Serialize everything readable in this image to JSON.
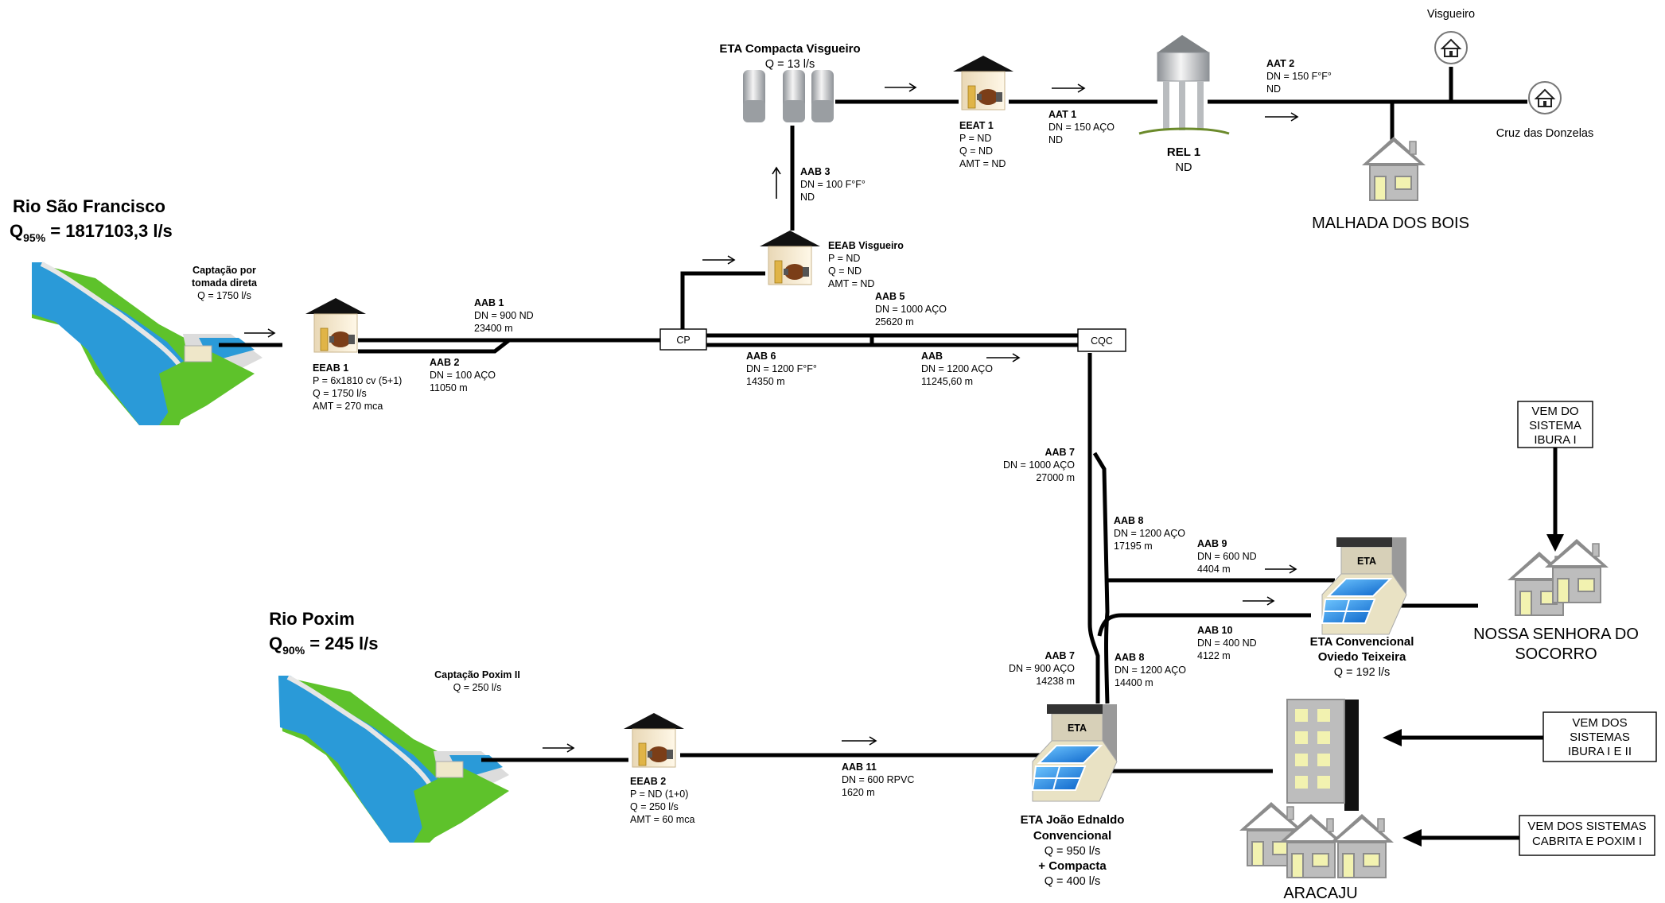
{
  "rivers": {
    "sao_francisco": {
      "name": "Rio São Francisco",
      "flow_label": "Q",
      "flow_sub": "95%",
      "flow_value": " = 1817103,3 l/s"
    },
    "poxim": {
      "name": "Rio Poxim",
      "flow_label": "Q",
      "flow_sub": "90%",
      "flow_value": " = 245 l/s"
    }
  },
  "intakes": {
    "direta": {
      "line1": "Captação por",
      "line2": "tomada direta",
      "flow": "Q = 1750 l/s"
    },
    "poxim": {
      "name": "Captação Poxim II",
      "flow": "Q = 250 l/s"
    }
  },
  "stations": {
    "eeab1": {
      "name": "EEAB 1",
      "l1": "P = 6x1810 cv (5+1)",
      "l2": "Q = 1750 l/s",
      "l3": "AMT = 270 mca"
    },
    "eeab2": {
      "name": "EEAB 2",
      "l1": "P = ND (1+0)",
      "l2": "Q = 250 l/s",
      "l3": "AMT = 60 mca"
    },
    "eeab_visgueiro": {
      "name": "EEAB Visgueiro",
      "l1": "P = ND",
      "l2": "Q = ND",
      "l3": "AMT = ND"
    },
    "eeat1": {
      "name": "EEAT 1",
      "l1": "P = ND",
      "l2": "Q = ND",
      "l3": "AMT = ND"
    }
  },
  "pipes": {
    "aab1": {
      "name": "AAB 1",
      "l1": "DN = 900 ND",
      "l2": "23400 m"
    },
    "aab2": {
      "name": "AAB 2",
      "l1": "DN = 100 AÇO",
      "l2": "11050 m"
    },
    "aab3": {
      "name": "AAB 3",
      "l1": "DN = 100 F°F°",
      "l2": "ND"
    },
    "aab5": {
      "name": "AAB 5",
      "l1": "DN = 1000 AÇO",
      "l2": "25620 m"
    },
    "aab6": {
      "name": "AAB 6",
      "l1": "DN = 1200 F°F°",
      "l2": "14350 m"
    },
    "aab": {
      "name": "AAB",
      "l1": "DN = 1200 AÇO",
      "l2": "11245,60 m"
    },
    "aab7a": {
      "name": "AAB 7",
      "l1": "DN = 1000 AÇO",
      "l2": "27000 m"
    },
    "aab7b": {
      "name": "AAB 7",
      "l1": "DN = 900 AÇO",
      "l2": "14238 m"
    },
    "aab8a": {
      "name": "AAB 8",
      "l1": "DN = 1200 AÇO",
      "l2": "17195 m"
    },
    "aab8b": {
      "name": "AAB 8",
      "l1": "DN = 1200 AÇO",
      "l2": "14400 m"
    },
    "aab9": {
      "name": "AAB 9",
      "l1": "DN = 600 ND",
      "l2": "4404 m"
    },
    "aab10": {
      "name": "AAB 10",
      "l1": "DN = 400 ND",
      "l2": "4122 m"
    },
    "aab11": {
      "name": "AAB 11",
      "l1": "DN = 600 RPVC",
      "l2": "1620 m"
    },
    "aat1": {
      "name": "AAT 1",
      "l1": "DN = 150 AÇO",
      "l2": "ND"
    },
    "aat2": {
      "name": "AAT 2",
      "l1": "DN = 150 F°F°",
      "l2": "ND"
    }
  },
  "nodes": {
    "cp": "CP",
    "cqc": "CQC"
  },
  "treatment": {
    "compacta_visgueiro": {
      "name": "ETA Compacta Visgueiro",
      "flow": "Q = 13 l/s"
    },
    "oviedo": {
      "badge": "ETA",
      "line1": "ETA Convencional",
      "line2": "Oviedo Teixeira",
      "flow": "Q = 192 l/s"
    },
    "joao_ednaldo": {
      "badge": "ETA",
      "line1": "ETA João Ednaldo",
      "line2": "Convencional",
      "flow1": "Q = 950 l/s",
      "line3": "+ Compacta",
      "flow2": "Q = 400 l/s"
    }
  },
  "reservoir": {
    "name": "REL 1",
    "status": "ND"
  },
  "localities": {
    "visgueiro": "Visgueiro",
    "cruz": "Cruz das Donzelas",
    "malhada": "MALHADA DOS BOIS",
    "socorro_l1": "NOSSA SENHORA DO",
    "socorro_l2": "SOCORRO",
    "aracaju": "ARACAJU"
  },
  "external_sources": {
    "ibura_i": [
      "VEM DO",
      "SISTEMA",
      "IBURA I"
    ],
    "ibura_i_ii": [
      "VEM DOS",
      "SISTEMAS",
      "IBURA I E II"
    ],
    "cabrita_poxim": [
      "VEM DOS SISTEMAS",
      "CABRITA E POXIM I"
    ]
  },
  "colors": {
    "water": "#2a9ad8",
    "grass": "#5ec22b",
    "grass_dark": "#3b8f1a",
    "pipe": "#000000",
    "pump_body": "#7b3e18",
    "tank": "#9fa3a6",
    "house": "#8c8c8c",
    "window": "#f2f2b0"
  }
}
